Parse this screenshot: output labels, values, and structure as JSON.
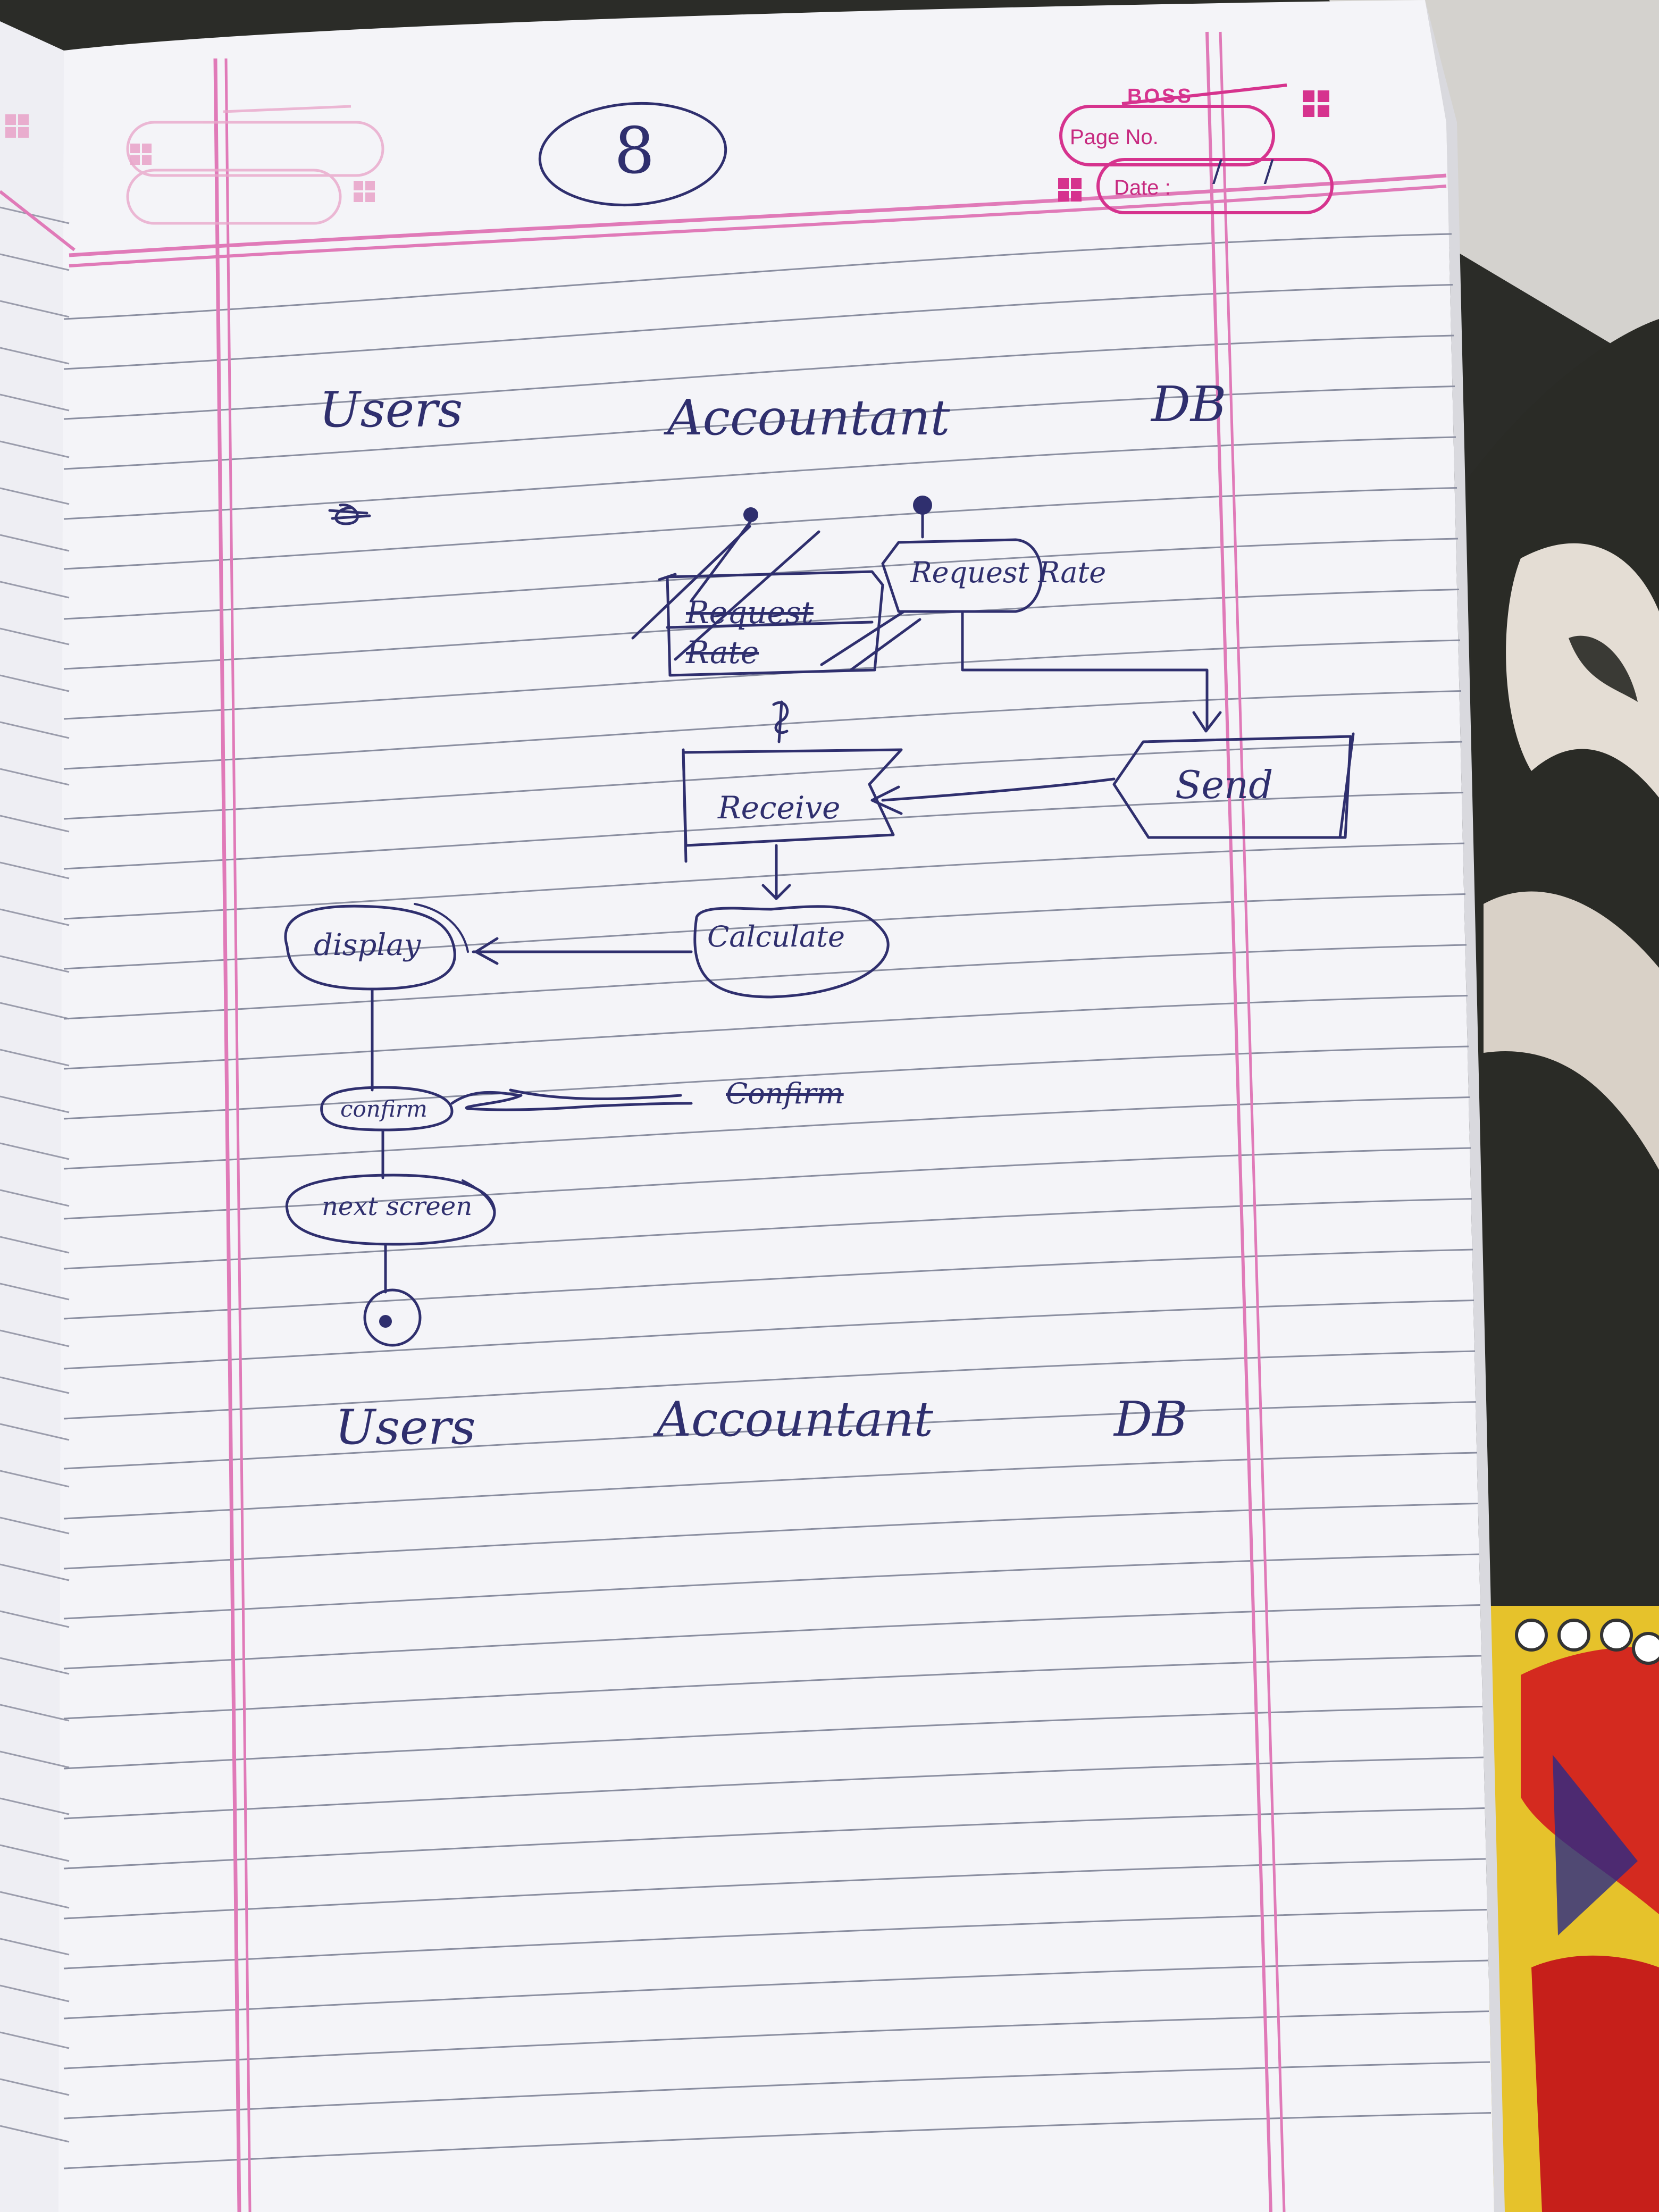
{
  "header": {
    "page_number": "8",
    "brand": "BOSS",
    "page_no_label": "Page No.",
    "date_label": "Date :",
    "date_value": "/ /"
  },
  "diagram_1": {
    "lanes": [
      "Users",
      "Accountant",
      "DB"
    ],
    "nodes": {
      "request_rate_crossed": "Request Rate",
      "request_rate": "Request Rate",
      "send": "Send",
      "receive": "Receive",
      "calculate": "Calculate",
      "display": "display",
      "confirm_user": "confirm",
      "confirm_accountant": "Confirm",
      "next_screen": "next screen"
    }
  },
  "diagram_2": {
    "lanes": [
      "Users",
      "Accountant",
      "DB"
    ]
  },
  "colors": {
    "ink": "#2f2f6e",
    "margin": "#e07ab8",
    "rule": "#8a8ea0",
    "brand": "#d6338e",
    "paper": "#f4f4f8"
  }
}
